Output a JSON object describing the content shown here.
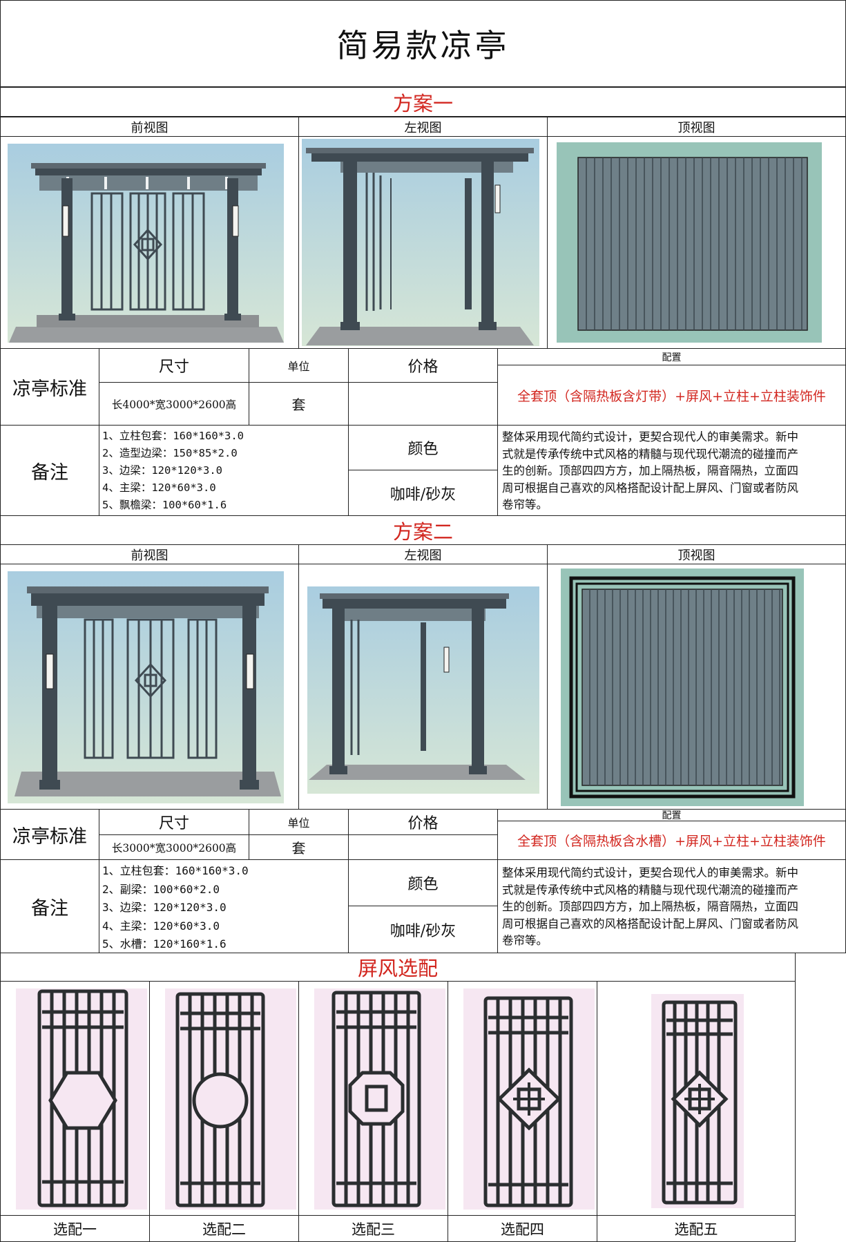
{
  "title": "简易款凉亭",
  "view_headers": {
    "front": "前视图",
    "left": "左视图",
    "top": "顶视图"
  },
  "labels": {
    "standard": "凉亭标准",
    "size": "尺寸",
    "unit": "单位",
    "price": "价格",
    "config": "配置",
    "remark": "备注",
    "color": "颜色",
    "unit_value": "套",
    "color_value": "咖啡/砂灰"
  },
  "plans": [
    {
      "name": "方案一",
      "size_value": "长4000*宽3000*2600高",
      "config_value": "全套顶（含隔热板含灯带）+屏风+立柱+立柱装饰件",
      "notes": [
        "1、立柱包套：160*160*3.0",
        "2、造型边梁：150*85*2.0",
        "3、边梁：120*120*3.0",
        "4、主梁：120*60*3.0",
        "5、飘檐梁：100*60*1.6"
      ],
      "description": [
        "整体采用现代简约式设计，更契合现代人的审美需求。新中",
        "式就是传承传统中式风格的精髓与现代现代潮流的碰撞而产",
        "生的创新。顶部四四方方，加上隔热板，隔音隔热，立面四",
        "周可根据自己喜欢的风格搭配设计配上屏风、门窗或者防风",
        "卷帘等。"
      ]
    },
    {
      "name": "方案二",
      "size_value": "长3000*宽3000*2600高",
      "config_value": "全套顶（含隔热板含水槽）+屏风+立柱+立柱装饰件",
      "notes": [
        "1、立柱包套：160*160*3.0",
        "2、副梁：100*60*2.0",
        "3、边梁：120*120*3.0",
        "4、主梁：120*60*3.0",
        "5、水槽：120*160*1.6"
      ],
      "description": [
        "整体采用现代简约式设计，更契合现代人的审美需求。新中",
        "式就是传承传统中式风格的精髓与现代现代潮流的碰撞而产",
        "生的创新。顶部四四方方，加上隔热板，隔音隔热，立面四",
        "周可根据自己喜欢的风格搭配设计配上屏风、门窗或者防风",
        "卷帘等。"
      ]
    }
  ],
  "screen_section": {
    "title": "屏风选配",
    "options": [
      "选配一",
      "选配二",
      "选配三",
      "选配四",
      "选配五"
    ]
  },
  "colors": {
    "accent_red": "#d2261f",
    "sky_top": "#a9cde0",
    "sky_bottom": "#d6e6d6",
    "metal": "#3f4a52",
    "floor": "#9a9d9f",
    "roof_top": "#6f8088",
    "top_bg": "#98c4b8",
    "screen_bg": "#f6e7f2"
  }
}
